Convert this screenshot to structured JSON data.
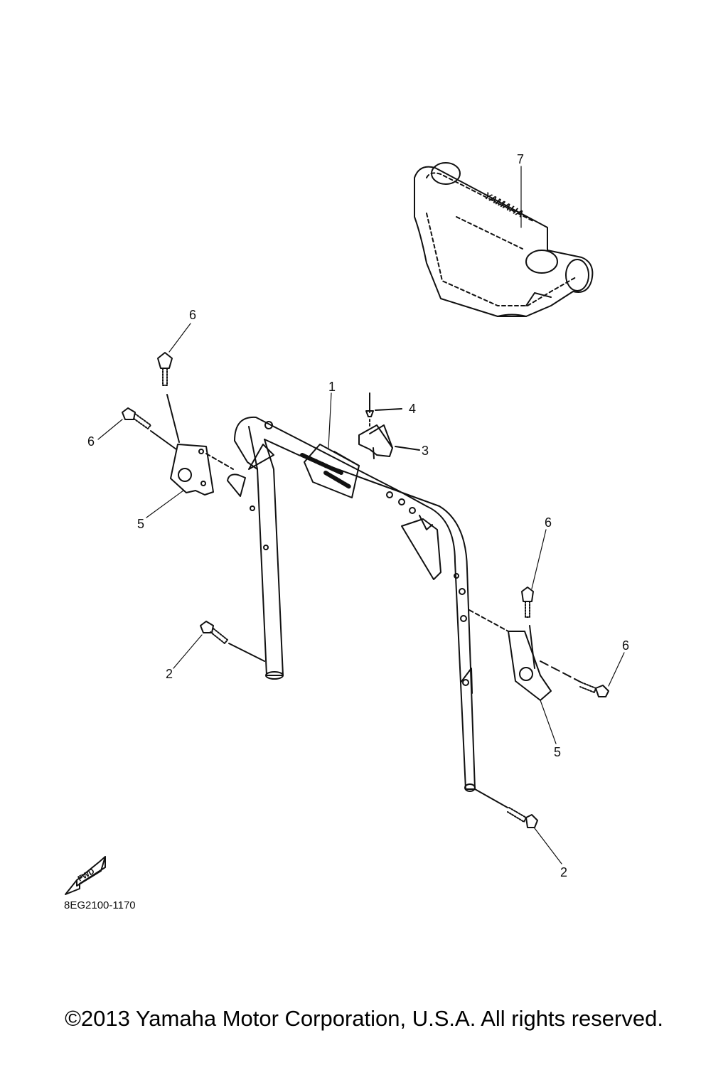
{
  "diagram": {
    "callouts": {
      "p1": "1",
      "p2a": "2",
      "p2b": "2",
      "p3": "3",
      "p4": "4",
      "p5a": "5",
      "p5b": "5",
      "p6a": "6",
      "p6b": "6",
      "p6c": "6",
      "p6d": "6",
      "p7": "7"
    },
    "fwd_label": "FWD",
    "pad_logo_text": "YAMAHA",
    "part_number": "8EG2100-1170"
  },
  "footer": {
    "copyright": "©2013 Yamaha Motor Corporation, U.S.A. All rights reserved."
  },
  "colors": {
    "ink": "#111111",
    "background": "#ffffff"
  }
}
